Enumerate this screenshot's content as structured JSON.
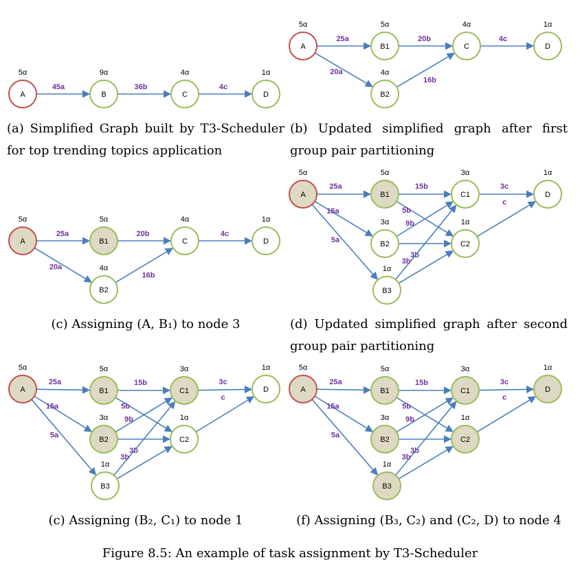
{
  "colors": {
    "source_stroke": "#c0504d",
    "node_stroke": "#9bbb59",
    "edge": "#4a7ebb",
    "edge_label": "#7030a0",
    "assigned_fill": "#ddd9c3",
    "unassigned_fill": "#ffffff"
  },
  "figure_title": "Figure 8.5: An example of task assignment by T3-Scheduler",
  "panels": [
    {
      "id": "a",
      "caption": "(a) Simplified Graph built by T3-Scheduler for top trending topics application",
      "nodes": [
        {
          "id": "A",
          "label": "A",
          "weight": "5α",
          "source": true,
          "assigned": false
        },
        {
          "id": "B",
          "label": "B",
          "weight": "9α",
          "source": false,
          "assigned": false
        },
        {
          "id": "C",
          "label": "C",
          "weight": "4α",
          "source": false,
          "assigned": false
        },
        {
          "id": "D",
          "label": "D",
          "weight": "1α",
          "source": false,
          "assigned": false
        }
      ],
      "edges": [
        {
          "from": "A",
          "to": "B",
          "label": "45a"
        },
        {
          "from": "B",
          "to": "C",
          "label": "36b"
        },
        {
          "from": "C",
          "to": "D",
          "label": "4c"
        }
      ]
    },
    {
      "id": "b",
      "caption": "(b) Updated simplified graph after first group pair partitioning",
      "nodes": [
        {
          "id": "A",
          "label": "A",
          "weight": "5α",
          "source": true,
          "assigned": false
        },
        {
          "id": "B1",
          "label": "B1",
          "weight": "5α",
          "source": false,
          "assigned": false
        },
        {
          "id": "B2",
          "label": "B2",
          "weight": "4α",
          "source": false,
          "assigned": false
        },
        {
          "id": "C",
          "label": "C",
          "weight": "4α",
          "source": false,
          "assigned": false
        },
        {
          "id": "D",
          "label": "D",
          "weight": "1α",
          "source": false,
          "assigned": false
        }
      ],
      "edges": [
        {
          "from": "A",
          "to": "B1",
          "label": "25a"
        },
        {
          "from": "A",
          "to": "B2",
          "label": "20a"
        },
        {
          "from": "B1",
          "to": "C",
          "label": "20b"
        },
        {
          "from": "B2",
          "to": "C",
          "label": "16b"
        },
        {
          "from": "C",
          "to": "D",
          "label": "4c"
        }
      ]
    },
    {
      "id": "c1",
      "caption": "(c) Assigning (A, B₁) to node 3",
      "nodes": [
        {
          "id": "A",
          "label": "A",
          "weight": "5α",
          "source": true,
          "assigned": true
        },
        {
          "id": "B1",
          "label": "B1",
          "weight": "5α",
          "source": false,
          "assigned": true
        },
        {
          "id": "B2",
          "label": "B2",
          "weight": "4α",
          "source": false,
          "assigned": false
        },
        {
          "id": "C",
          "label": "C",
          "weight": "4α",
          "source": false,
          "assigned": false
        },
        {
          "id": "D",
          "label": "D",
          "weight": "1α",
          "source": false,
          "assigned": false
        }
      ],
      "edges": [
        {
          "from": "A",
          "to": "B1",
          "label": "25a"
        },
        {
          "from": "A",
          "to": "B2",
          "label": "20a"
        },
        {
          "from": "B1",
          "to": "C",
          "label": "20b"
        },
        {
          "from": "B2",
          "to": "C",
          "label": "16b"
        },
        {
          "from": "C",
          "to": "D",
          "label": "4c"
        }
      ]
    },
    {
      "id": "d",
      "caption": "(d) Updated simplified graph after second group pair partitioning",
      "nodes": [
        {
          "id": "A",
          "label": "A",
          "weight": "5α",
          "source": true,
          "assigned": true
        },
        {
          "id": "B1",
          "label": "B1",
          "weight": "5α",
          "source": false,
          "assigned": true
        },
        {
          "id": "B2",
          "label": "B2",
          "weight": "3α",
          "source": false,
          "assigned": false
        },
        {
          "id": "B3",
          "label": "B3",
          "weight": "1α",
          "source": false,
          "assigned": false
        },
        {
          "id": "C1",
          "label": "C1",
          "weight": "3α",
          "source": false,
          "assigned": false
        },
        {
          "id": "C2",
          "label": "C2",
          "weight": "1α",
          "source": false,
          "assigned": false
        },
        {
          "id": "D",
          "label": "D",
          "weight": "1α",
          "source": false,
          "assigned": false
        }
      ],
      "edges": [
        {
          "from": "A",
          "to": "B1",
          "label": "25a"
        },
        {
          "from": "A",
          "to": "B2",
          "label": "15a"
        },
        {
          "from": "A",
          "to": "B3",
          "label": "5a"
        },
        {
          "from": "B1",
          "to": "C1",
          "label": "15b"
        },
        {
          "from": "B1",
          "to": "C2",
          "label": "5b"
        },
        {
          "from": "B2",
          "to": "C1",
          "label": "9b"
        },
        {
          "from": "B2",
          "to": "C2",
          "label": "3b"
        },
        {
          "from": "B3",
          "to": "C1",
          "label": "3b"
        },
        {
          "from": "B3",
          "to": "C2",
          "label": "b"
        },
        {
          "from": "C1",
          "to": "D",
          "label": "3c"
        },
        {
          "from": "C2",
          "to": "D",
          "label": "c"
        }
      ]
    },
    {
      "id": "c2",
      "caption": "(c) Assigning (B₂, C₁) to node 1",
      "nodes": [
        {
          "id": "A",
          "label": "A",
          "weight": "5α",
          "source": true,
          "assigned": true
        },
        {
          "id": "B1",
          "label": "B1",
          "weight": "5α",
          "source": false,
          "assigned": true
        },
        {
          "id": "B2",
          "label": "B2",
          "weight": "3α",
          "source": false,
          "assigned": true
        },
        {
          "id": "B3",
          "label": "B3",
          "weight": "1α",
          "source": false,
          "assigned": false
        },
        {
          "id": "C1",
          "label": "C1",
          "weight": "3α",
          "source": false,
          "assigned": true
        },
        {
          "id": "C2",
          "label": "C2",
          "weight": "1α",
          "source": false,
          "assigned": false
        },
        {
          "id": "D",
          "label": "D",
          "weight": "1α",
          "source": false,
          "assigned": false
        }
      ],
      "edges": [
        {
          "from": "A",
          "to": "B1",
          "label": "25a"
        },
        {
          "from": "A",
          "to": "B2",
          "label": "15a"
        },
        {
          "from": "A",
          "to": "B3",
          "label": "5a"
        },
        {
          "from": "B1",
          "to": "C1",
          "label": "15b"
        },
        {
          "from": "B1",
          "to": "C2",
          "label": "5b"
        },
        {
          "from": "B2",
          "to": "C1",
          "label": "9b"
        },
        {
          "from": "B2",
          "to": "C2",
          "label": "3b"
        },
        {
          "from": "B3",
          "to": "C1",
          "label": "3b"
        },
        {
          "from": "B3",
          "to": "C2",
          "label": "b"
        },
        {
          "from": "C1",
          "to": "D",
          "label": "3c"
        },
        {
          "from": "C2",
          "to": "D",
          "label": "c"
        }
      ]
    },
    {
      "id": "f",
      "caption": "(f) Assigning (B₃, C₂) and (C₂, D) to node 4",
      "nodes": [
        {
          "id": "A",
          "label": "A",
          "weight": "5α",
          "source": true,
          "assigned": true
        },
        {
          "id": "B1",
          "label": "B1",
          "weight": "5α",
          "source": false,
          "assigned": true
        },
        {
          "id": "B2",
          "label": "B2",
          "weight": "3α",
          "source": false,
          "assigned": true
        },
        {
          "id": "B3",
          "label": "B3",
          "weight": "1α",
          "source": false,
          "assigned": true
        },
        {
          "id": "C1",
          "label": "C1",
          "weight": "3α",
          "source": false,
          "assigned": true
        },
        {
          "id": "C2",
          "label": "C2",
          "weight": "1α",
          "source": false,
          "assigned": true
        },
        {
          "id": "D",
          "label": "D",
          "weight": "1α",
          "source": false,
          "assigned": true
        }
      ],
      "edges": [
        {
          "from": "A",
          "to": "B1",
          "label": "25a"
        },
        {
          "from": "A",
          "to": "B2",
          "label": "15a"
        },
        {
          "from": "A",
          "to": "B3",
          "label": "5a"
        },
        {
          "from": "B1",
          "to": "C1",
          "label": "15b"
        },
        {
          "from": "B1",
          "to": "C2",
          "label": "5b"
        },
        {
          "from": "B2",
          "to": "C1",
          "label": "9b"
        },
        {
          "from": "B2",
          "to": "C2",
          "label": "3b"
        },
        {
          "from": "B3",
          "to": "C1",
          "label": "3b"
        },
        {
          "from": "B3",
          "to": "C2",
          "label": "b"
        },
        {
          "from": "C1",
          "to": "D",
          "label": "3c"
        },
        {
          "from": "C2",
          "to": "D",
          "label": "c"
        }
      ]
    }
  ]
}
